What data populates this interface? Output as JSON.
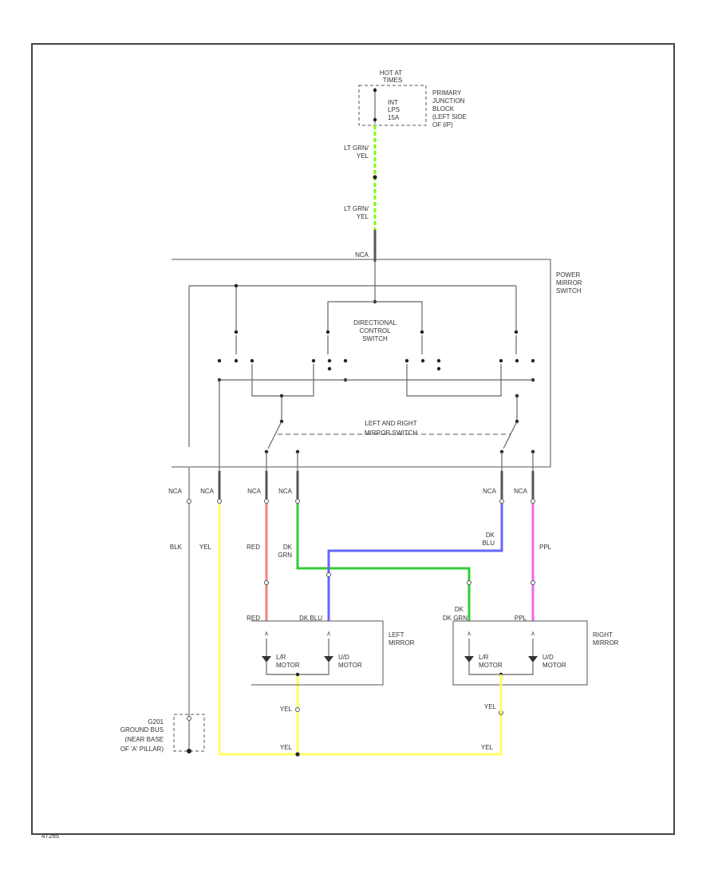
{
  "junction": {
    "hot_at": "HOT AT",
    "hot_when": "TIMES",
    "fuse_int": "INT",
    "fuse_lps": "LPS",
    "fuse_amp": "15A",
    "name_l1": "PRIMARY",
    "name_l2": "JUNCTION",
    "name_l3": "BLOCK",
    "name_l4": "(LEFT SIDE",
    "name_l5": "OF I/P)"
  },
  "wires": {
    "lt_grn_1": "LT GRN/",
    "yel_1": "YEL",
    "lt_grn_2": "LT GRN/",
    "yel_2": "YEL",
    "nca": "NCA",
    "blk": "BLK",
    "yel": "YEL",
    "red": "RED",
    "dk_grn_l1": "DK",
    "dk_grn_l2": "GRN",
    "dk_blu_l1": "DK",
    "dk_blu_l2": "BLU",
    "ppl": "PPL",
    "red_conn": "RED",
    "dk_blu_conn": "DK BLU",
    "dk_grn_conn": "DK GRN",
    "ppl_conn": "PPL",
    "yel_left": "YEL",
    "yel_right": "YEL",
    "yel_bottom_l": "YEL",
    "yel_bottom_r": "YEL",
    "wire_colors": {
      "lt_grn": "#7CFC00",
      "yellow": "#FFFF66",
      "red": "#F08080",
      "green": "#33CC33",
      "blue": "#6666FF",
      "purple": "#EE66EE"
    }
  },
  "power_switch": {
    "label_l1": "POWER",
    "label_l2": "MIRROR",
    "label_l3": "SWITCH",
    "directional_l1": "DIRECTIONAL",
    "directional_l2": "CONTROL",
    "directional_l3": "SWITCH",
    "lr_l1": "LEFT AND RIGHT",
    "lr_l2": "MIRROR SWITCH"
  },
  "left_mirror": {
    "label_l1": "LEFT",
    "label_l2": "MIRROR",
    "lr_l1": "L/R",
    "lr_l2": "MOTOR",
    "ud_l1": "U/D",
    "ud_l2": "MOTOR"
  },
  "right_mirror": {
    "label_l1": "RIGHT",
    "label_l2": "MIRROR",
    "lr_l1": "L/R",
    "lr_l2": "MOTOR",
    "ud_l1": "U/D",
    "ud_l2": "MOTOR"
  },
  "ground": {
    "l1": "G201",
    "l2": "GROUND BUS",
    "l3": "(NEAR BASE",
    "l4": "OF 'A' PILLAR)"
  },
  "diagram_id": "47265"
}
